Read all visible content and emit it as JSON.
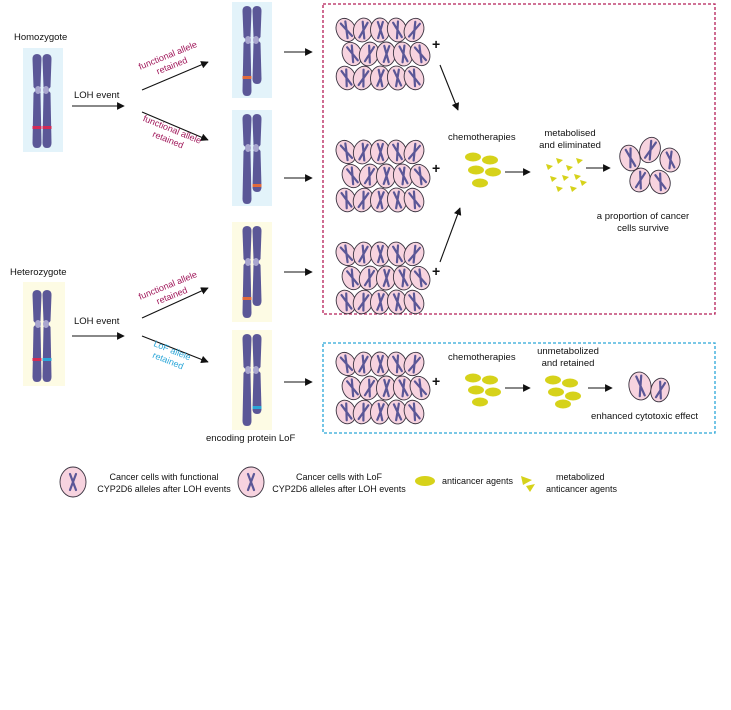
{
  "labels": {
    "homozygote": "Homozygote",
    "heterozygote": "Heterozygote",
    "loh_event_top": "LOH event",
    "loh_event_bottom": "LOH event",
    "functional_retained_1_l1": "functional allele",
    "functional_retained_1_l2": "retained",
    "functional_retained_2_l1": "functional allele",
    "functional_retained_2_l2": "retained",
    "functional_retained_3_l1": "functional allele",
    "functional_retained_3_l2": "retained",
    "lof_retained_l1": "LoF allele",
    "lof_retained_l2": "retained",
    "encoding_protein_lof": "encoding protein LoF",
    "chemotherapies_top": "chemotherapies",
    "chemotherapies_bottom": "chemotherapies",
    "metabolised_l1": "metabolised",
    "metabolised_l2": "and eliminated",
    "unmetabolized_l1": "unmetabolized",
    "unmetabolized_l2": "and retained",
    "survive_l1": "a proportion of cancer",
    "survive_l2": "cells survive",
    "enhanced": "enhanced cytotoxic effect",
    "plus": "+"
  },
  "legend": {
    "functional_l1": "Cancer cells with functional",
    "functional_l2": "CYP2D6 alleles after LOH events",
    "lof_l1": "Cancer cells with LoF",
    "lof_l2": "CYP2D6 alleles after LOH events",
    "agents": "anticancer agents",
    "metabolized_l1": "metabolized",
    "metabolized_l2": "anticancer agents"
  },
  "colors": {
    "chromosome": "#5b5797",
    "chromosome_dark": "#3f3b78",
    "centromere": "#a9a6cf",
    "cell_fill": "#f7d3df",
    "cell_stroke": "#3a3340",
    "drug": "#d6d21a",
    "functional_allele": "#d32a55",
    "functional_band_orange": "#e26a3a",
    "lof_allele": "#2aa6d8",
    "functional_text": "#a0175a",
    "lof_text": "#2aa6d8",
    "homo_bg": "#e3f3fa",
    "hetero_bg": "#fdfbe4",
    "box_red": "#b51d57",
    "box_blue": "#2aa6d8"
  }
}
